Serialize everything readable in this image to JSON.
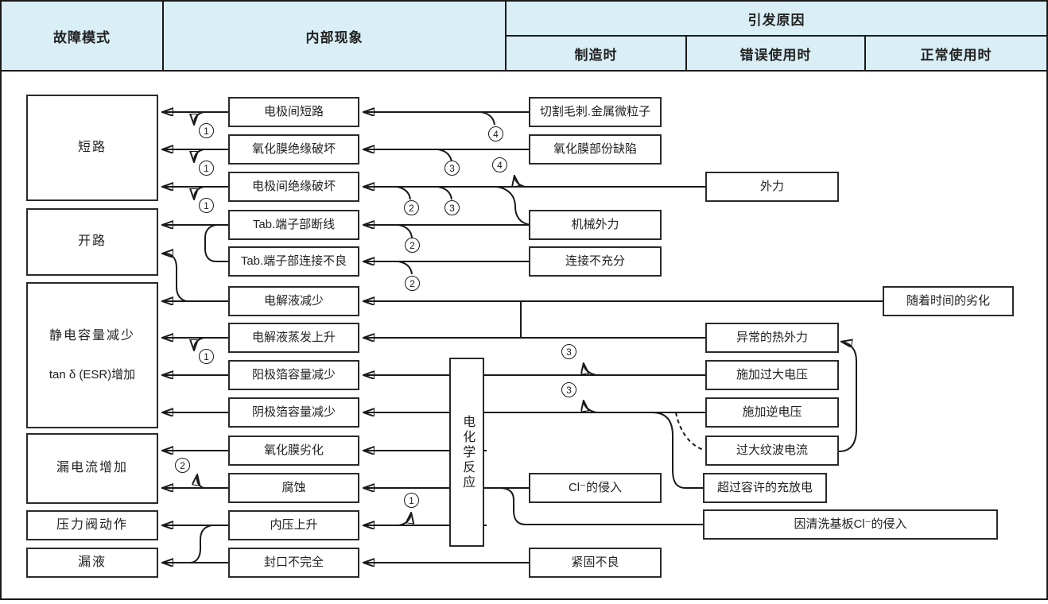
{
  "header": {
    "failure_mode": "故障模式",
    "internal_phenomenon": "内部现象",
    "trigger_cause": "引发原因",
    "at_manufacturing": "制造时",
    "at_misuse": "错误使用时",
    "at_normal_use": "正常使用时"
  },
  "failure_modes": [
    {
      "label": "短路"
    },
    {
      "label": "开路"
    },
    {
      "label": "静电容量减少",
      "label2": "tan δ (ESR)增加"
    },
    {
      "label": "漏电流增加"
    },
    {
      "label": "压力阀动作"
    },
    {
      "label": "漏液"
    }
  ],
  "internal_phenomena": [
    "电极间短路",
    "氧化膜绝缘破坏",
    "电极间绝缘破坏",
    "Tab.端子部断线",
    "Tab.端子部连接不良",
    "电解液减少",
    "电解液蒸发上升",
    "阳极箔容量减少",
    "阴极箔容量减少",
    "氧化膜劣化",
    "腐蚀",
    "内压上升",
    "封口不完全"
  ],
  "reaction": "电化学反应",
  "causes": {
    "manufacturing": [
      "切割毛刺.金属微粒子",
      "氧化膜部份缺陷",
      "机械外力",
      "连接不充分",
      "Cl⁻的侵入",
      "紧固不良"
    ],
    "misuse": [
      "外力",
      "异常的热外力",
      "施加过大电压",
      "施加逆电压",
      "过大纹波电流",
      "超过容许的充放电"
    ],
    "normal": [
      "随着时间的劣化"
    ],
    "spanning": [
      "因清洗基板Cl⁻的侵入"
    ]
  },
  "marks": [
    "1",
    "1",
    "1",
    "1",
    "2",
    "1",
    "2",
    "3",
    "2",
    "2",
    "3",
    "4",
    "4",
    "3",
    "3"
  ],
  "colors": {
    "header_bg": "#d9eef5",
    "line": "#1a1a1a"
  }
}
